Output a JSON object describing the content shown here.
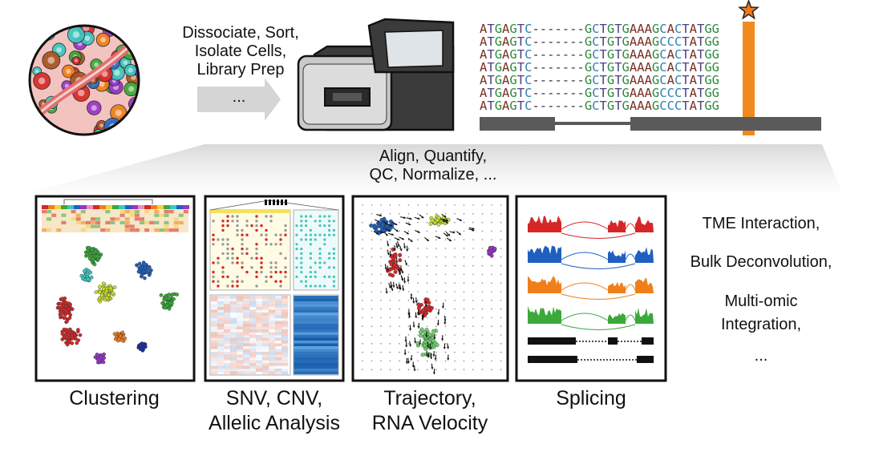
{
  "steps": {
    "prep_lines": [
      "Dissociate, Sort,",
      "Isolate Cells,",
      "Library Prep"
    ],
    "prep_more": "...",
    "process_lines": [
      "Align, Quantify,",
      "QC, Normalize, ..."
    ]
  },
  "alignment": {
    "reads": [
      "ATGAGTC-------GCTGTGAAAGCACTATGG",
      "ATGAGTC-------GCTGTGAAAGCCCTATGG",
      "ATGAGTC-------GCTGTGAAAGCACTATGG",
      "ATGAGTC-------GCTGTGAAAGCACTATGG",
      "ATGAGTC-------GCTGTGAAAGCACTATGG",
      "ATGAGTC-------GCTGTGAAAGCCCTATGG",
      "ATGAGTC-------GCTGTGAAAGCCCTATGG"
    ],
    "highlight_color": "#f08a1e",
    "star_color": "#f07a1e"
  },
  "panels": [
    {
      "lines": [
        "Clustering"
      ]
    },
    {
      "lines": [
        "SNV, CNV,",
        "Allelic Analysis"
      ]
    },
    {
      "lines": [
        "Trajectory,",
        "RNA Velocity"
      ]
    },
    {
      "lines": [
        "Splicing"
      ]
    }
  ],
  "side_items": {
    "tme": "TME Interaction,",
    "bulk": "Bulk Deconvolution,",
    "multiomic_lines": [
      "Multi-omic",
      "Integration,"
    ],
    "more": "..."
  },
  "colors": {
    "red": "#d62728",
    "blue": "#1f5fbf",
    "orange": "#f07f1a",
    "green": "#3aa93a",
    "purple": "#9b35c9",
    "teal": "#3cc7c0"
  }
}
